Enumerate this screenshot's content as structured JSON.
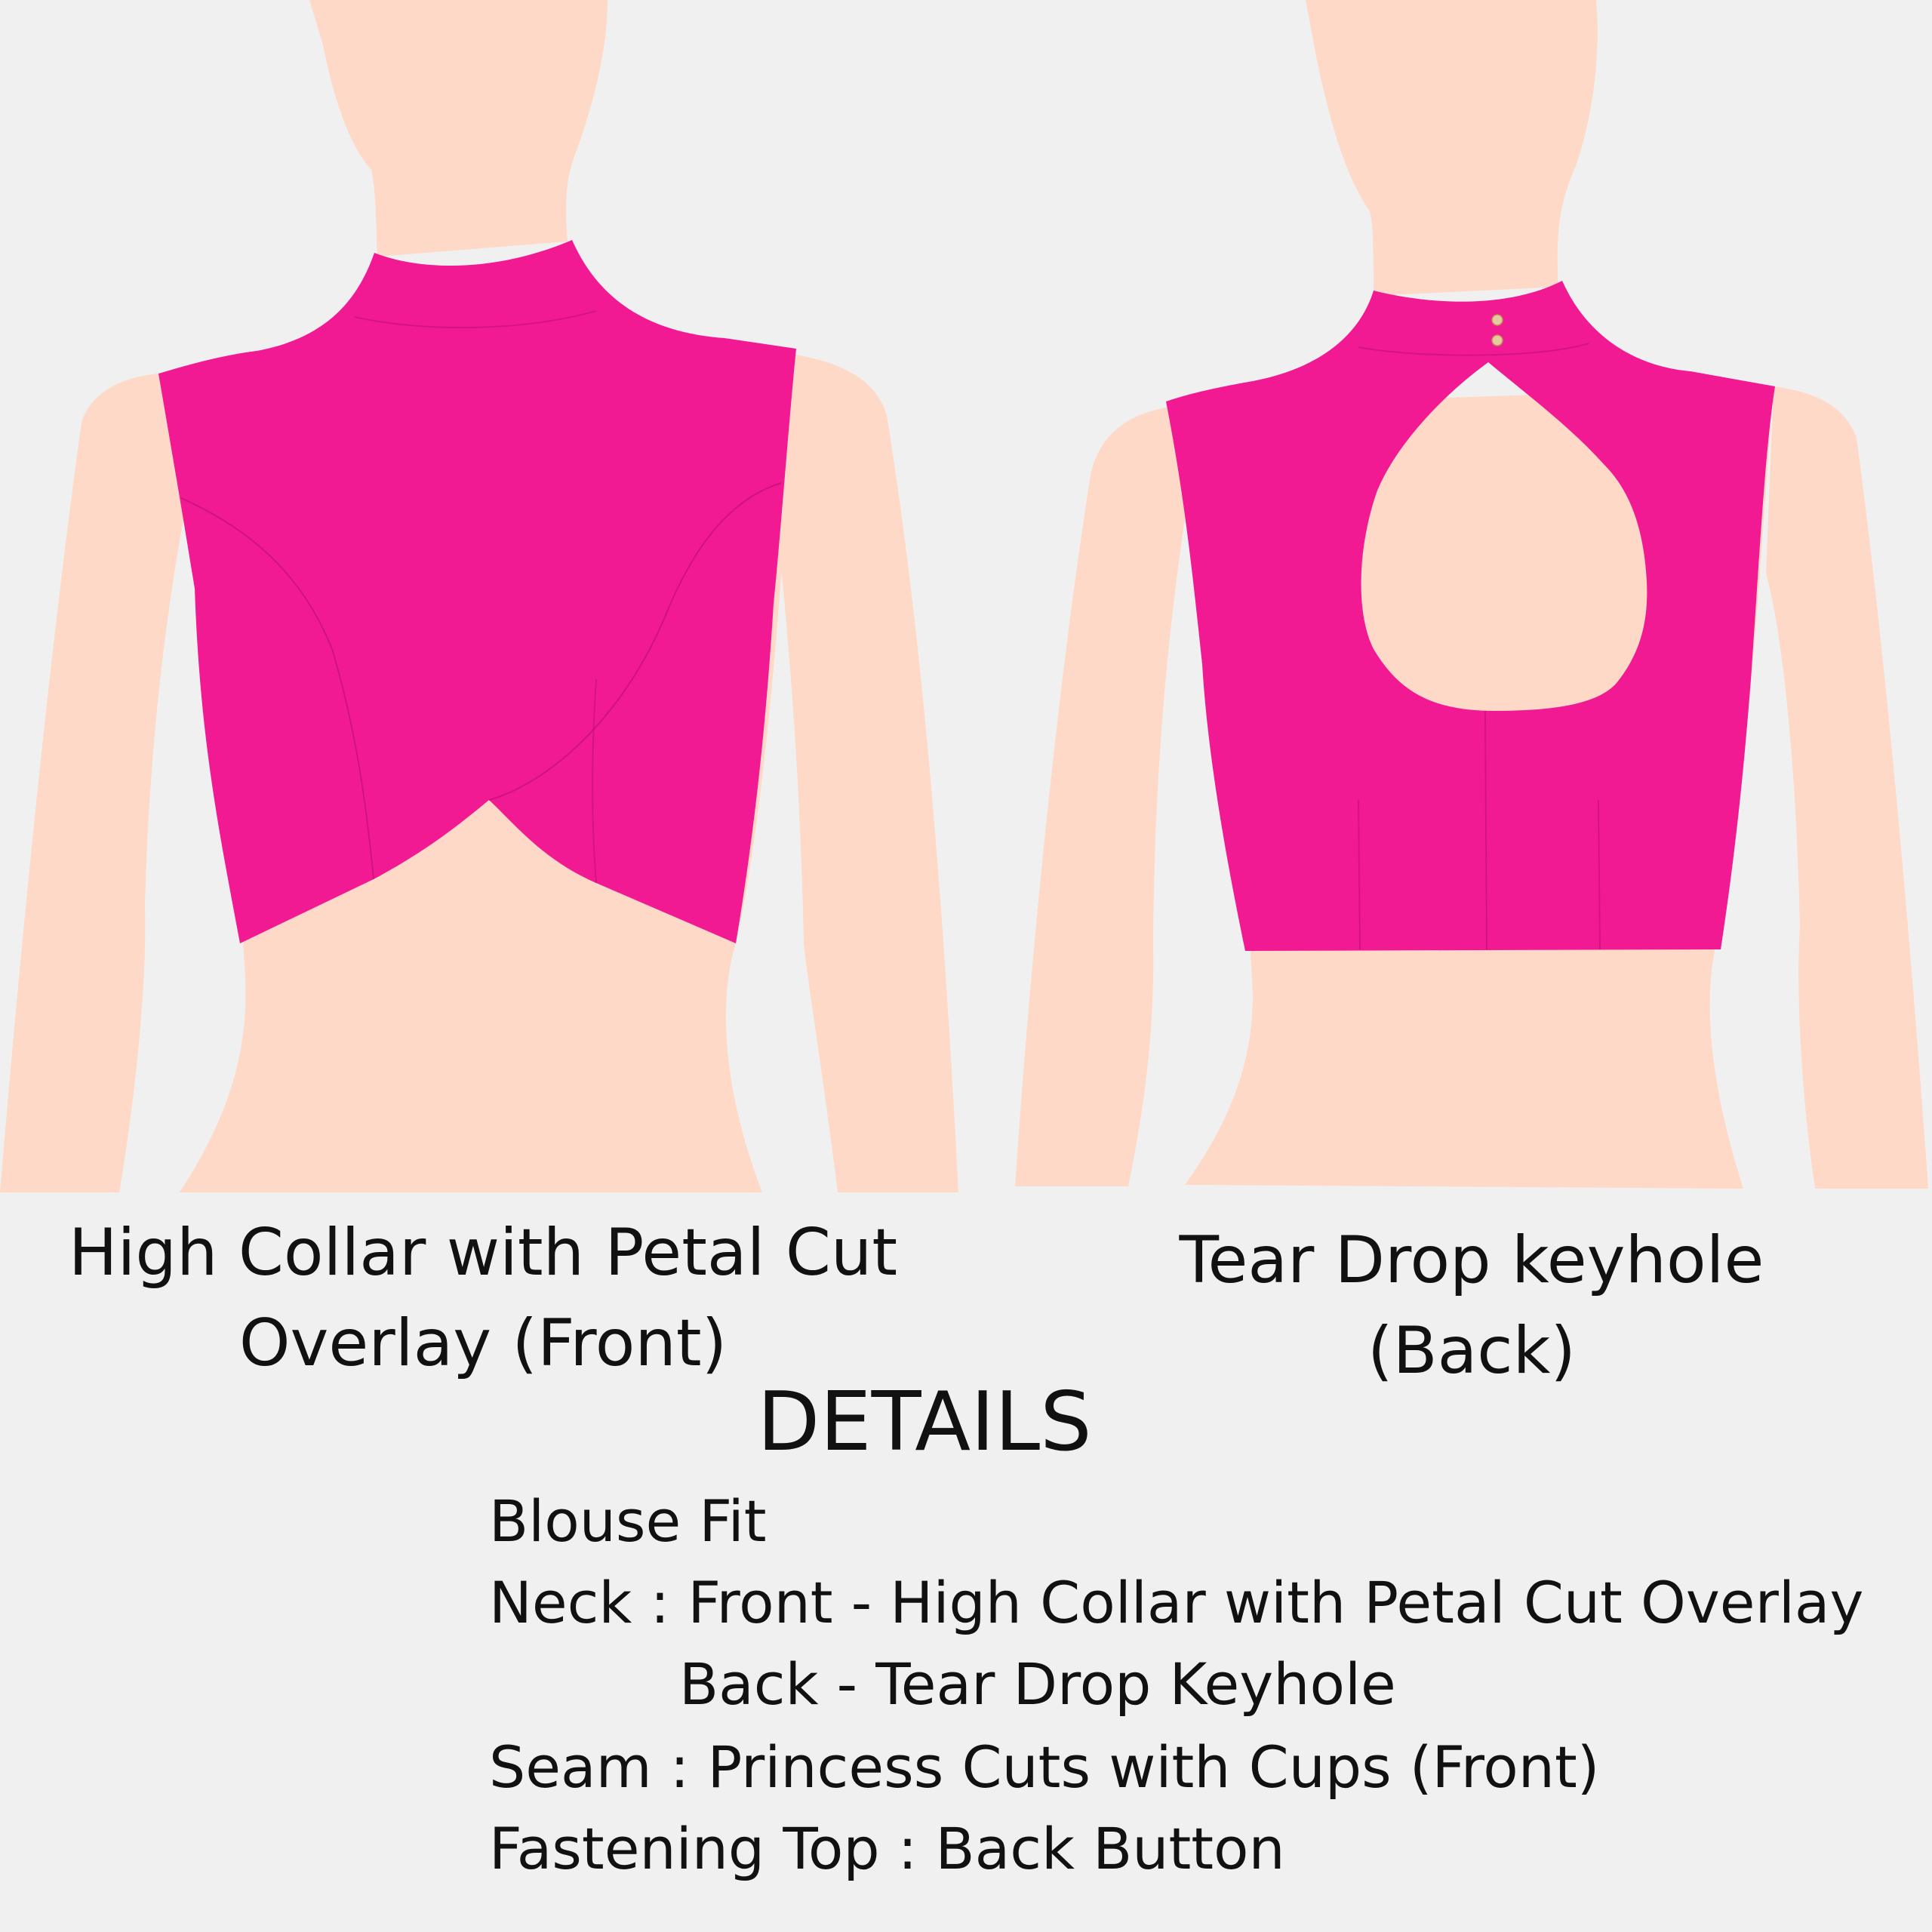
{
  "colors": {
    "background": "#f1f0f0",
    "skin": "#ffd9c7",
    "blouse": "#f21a93",
    "seam_line": "#c0107a",
    "button": "#e8c9a0",
    "text": "#111111"
  },
  "front": {
    "caption_line1": "High Collar with Petal Cut",
    "caption_line2": "Overlay (Front)"
  },
  "back": {
    "caption": "Tear Drop keyhole (Back)"
  },
  "details": {
    "heading": "DETAILS",
    "fit": "Blouse Fit",
    "neck_front": "Neck : Front - High Collar with Petal Cut Overlay",
    "neck_back": "Back - Tear Drop Keyhole",
    "seam": "Seam : Princess Cuts with Cups (Front)",
    "fastening": "Fastening Top : Back Button"
  }
}
